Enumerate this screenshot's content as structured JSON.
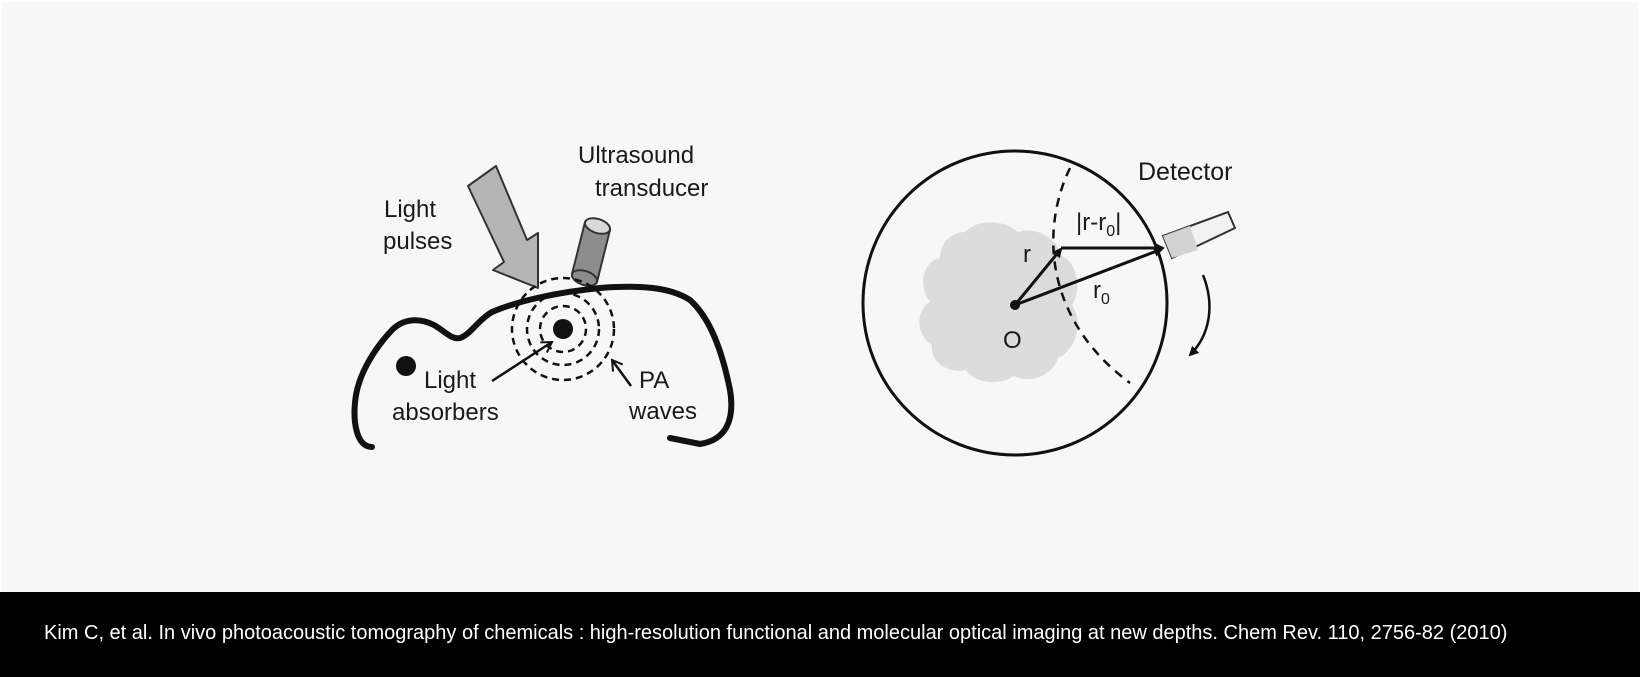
{
  "left_diagram": {
    "ultrasound_label": [
      "Ultrasound",
      "transducer"
    ],
    "light_label": [
      "Light",
      "pulses"
    ],
    "absorbers_label": [
      "Light",
      "absorbers"
    ],
    "pa_label": [
      "PA",
      "waves"
    ]
  },
  "right_diagram": {
    "detector_label": "Detector",
    "distance_label_prefix": "|r-r",
    "distance_label_sub": "0",
    "distance_label_suffix": "|",
    "r_label": "r",
    "r0_label": "r",
    "r0_label_sub": "0",
    "origin_label": "O"
  },
  "caption": "Kim C, et al. In vivo photoacoustic tomography of chemicals  : high-resolution functional and molecular optical imaging at new depths. Chem Rev. 110, 2756-82 (2010)",
  "colors": {
    "panel_bg": "#f7f7f7",
    "caption_bg": "#000000",
    "caption_text": "#ffffff",
    "ink": "#111111",
    "arrow_fill": "#b5b5b5",
    "blob_fill": "#dcdcdc"
  }
}
